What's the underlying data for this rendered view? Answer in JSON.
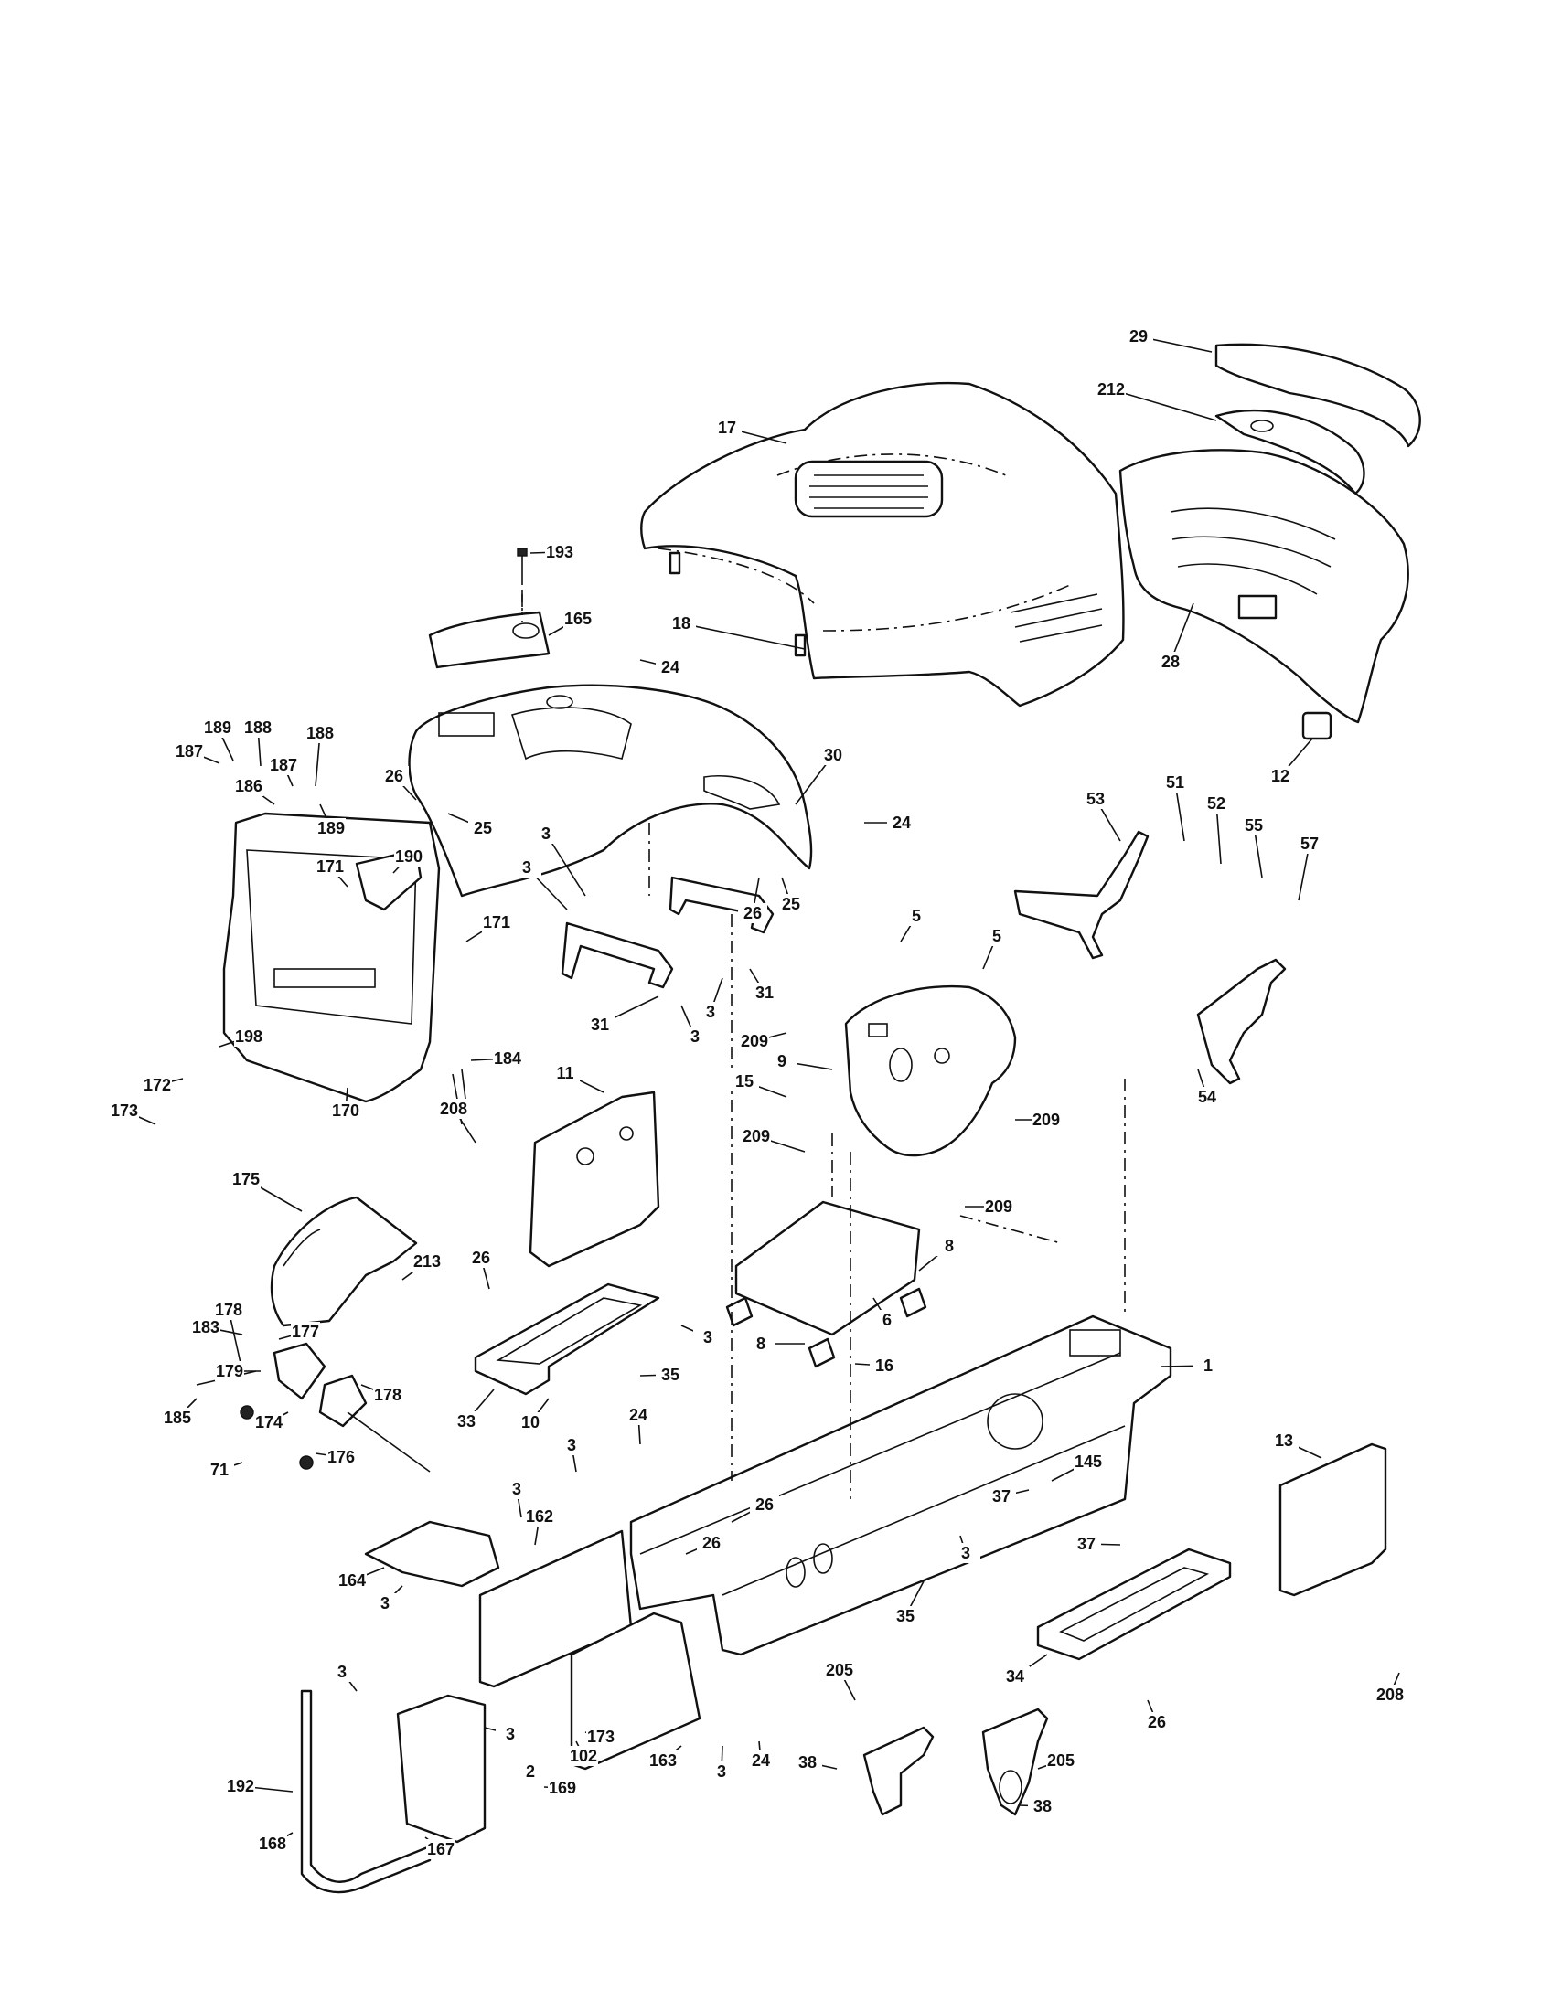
{
  "callouts": [
    {
      "id": "c1",
      "label": "29"
    },
    {
      "id": "c2",
      "label": "212"
    },
    {
      "id": "c3",
      "label": "17"
    },
    {
      "id": "c4",
      "label": "193"
    },
    {
      "id": "c5",
      "label": "165"
    },
    {
      "id": "c6",
      "label": "18"
    },
    {
      "id": "c7",
      "label": "28"
    },
    {
      "id": "c8",
      "label": "12"
    },
    {
      "id": "c9",
      "label": "24"
    },
    {
      "id": "c10",
      "label": "30"
    },
    {
      "id": "c11",
      "label": "24"
    },
    {
      "id": "c12",
      "label": "189"
    },
    {
      "id": "c13",
      "label": "188"
    },
    {
      "id": "c14",
      "label": "187"
    },
    {
      "id": "c15",
      "label": "188"
    },
    {
      "id": "c16",
      "label": "187"
    },
    {
      "id": "c17",
      "label": "186"
    },
    {
      "id": "c18",
      "label": "189"
    },
    {
      "id": "c19",
      "label": "26"
    },
    {
      "id": "c20",
      "label": "25"
    },
    {
      "id": "c21",
      "label": "190"
    },
    {
      "id": "c22",
      "label": "171"
    },
    {
      "id": "c23",
      "label": "171"
    },
    {
      "id": "c24",
      "label": "3"
    },
    {
      "id": "c25",
      "label": "3"
    },
    {
      "id": "c26",
      "label": "26"
    },
    {
      "id": "c27",
      "label": "25"
    },
    {
      "id": "c28",
      "label": "31"
    },
    {
      "id": "c29",
      "label": "31"
    },
    {
      "id": "c30",
      "label": "3"
    },
    {
      "id": "c31",
      "label": "3"
    },
    {
      "id": "c32",
      "label": "53"
    },
    {
      "id": "c33",
      "label": "51"
    },
    {
      "id": "c34",
      "label": "52"
    },
    {
      "id": "c35",
      "label": "55"
    },
    {
      "id": "c36",
      "label": "57"
    },
    {
      "id": "c37",
      "label": "5"
    },
    {
      "id": "c38",
      "label": "5"
    },
    {
      "id": "c39",
      "label": "209"
    },
    {
      "id": "c40",
      "label": "9"
    },
    {
      "id": "c41",
      "label": "54"
    },
    {
      "id": "c42",
      "label": "198"
    },
    {
      "id": "c43",
      "label": "172"
    },
    {
      "id": "c44",
      "label": "173"
    },
    {
      "id": "c45",
      "label": "170"
    },
    {
      "id": "c46",
      "label": "184"
    },
    {
      "id": "c47",
      "label": "11"
    },
    {
      "id": "c48",
      "label": "15"
    },
    {
      "id": "c49",
      "label": "209"
    },
    {
      "id": "c50",
      "label": "208"
    },
    {
      "id": "c51",
      "label": "209"
    },
    {
      "id": "c52",
      "label": "209"
    },
    {
      "id": "c53",
      "label": "175"
    },
    {
      "id": "c54",
      "label": "26"
    },
    {
      "id": "c55",
      "label": "213"
    },
    {
      "id": "c56",
      "label": "8"
    },
    {
      "id": "c57",
      "label": "178"
    },
    {
      "id": "c58",
      "label": "3"
    },
    {
      "id": "c59",
      "label": "6"
    },
    {
      "id": "c60",
      "label": "183"
    },
    {
      "id": "c61",
      "label": "177"
    },
    {
      "id": "c62",
      "label": "8"
    },
    {
      "id": "c63",
      "label": "16"
    },
    {
      "id": "c64",
      "label": "1"
    },
    {
      "id": "c65",
      "label": "179"
    },
    {
      "id": "c66",
      "label": "35"
    },
    {
      "id": "c67",
      "label": "178"
    },
    {
      "id": "c68",
      "label": "185"
    },
    {
      "id": "c69",
      "label": "174"
    },
    {
      "id": "c70",
      "label": "33"
    },
    {
      "id": "c71",
      "label": "10"
    },
    {
      "id": "c72",
      "label": "71"
    },
    {
      "id": "c73",
      "label": "176"
    },
    {
      "id": "c74",
      "label": "24"
    },
    {
      "id": "c75",
      "label": "3"
    },
    {
      "id": "c76",
      "label": "13"
    },
    {
      "id": "c77",
      "label": "145"
    },
    {
      "id": "c78",
      "label": "3"
    },
    {
      "id": "c79",
      "label": "26"
    },
    {
      "id": "c80",
      "label": "37"
    },
    {
      "id": "c81",
      "label": "162"
    },
    {
      "id": "c82",
      "label": "26"
    },
    {
      "id": "c83",
      "label": "3"
    },
    {
      "id": "c84",
      "label": "37"
    },
    {
      "id": "c85",
      "label": "164"
    },
    {
      "id": "c86",
      "label": "35"
    },
    {
      "id": "c87",
      "label": "3"
    },
    {
      "id": "c88",
      "label": "34"
    },
    {
      "id": "c89",
      "label": "208"
    },
    {
      "id": "c90",
      "label": "3"
    },
    {
      "id": "c91",
      "label": "205"
    },
    {
      "id": "c92",
      "label": "26"
    },
    {
      "id": "c93",
      "label": "3"
    },
    {
      "id": "c94",
      "label": "173"
    },
    {
      "id": "c95",
      "label": "163"
    },
    {
      "id": "c96",
      "label": "102"
    },
    {
      "id": "c97",
      "label": "3"
    },
    {
      "id": "c98",
      "label": "24"
    },
    {
      "id": "c99",
      "label": "38"
    },
    {
      "id": "c100",
      "label": "205"
    },
    {
      "id": "c101",
      "label": "192"
    },
    {
      "id": "c102",
      "label": "2"
    },
    {
      "id": "c103",
      "label": "169"
    },
    {
      "id": "c104",
      "label": "38"
    },
    {
      "id": "c105",
      "label": "168"
    },
    {
      "id": "c106",
      "label": "167"
    }
  ]
}
